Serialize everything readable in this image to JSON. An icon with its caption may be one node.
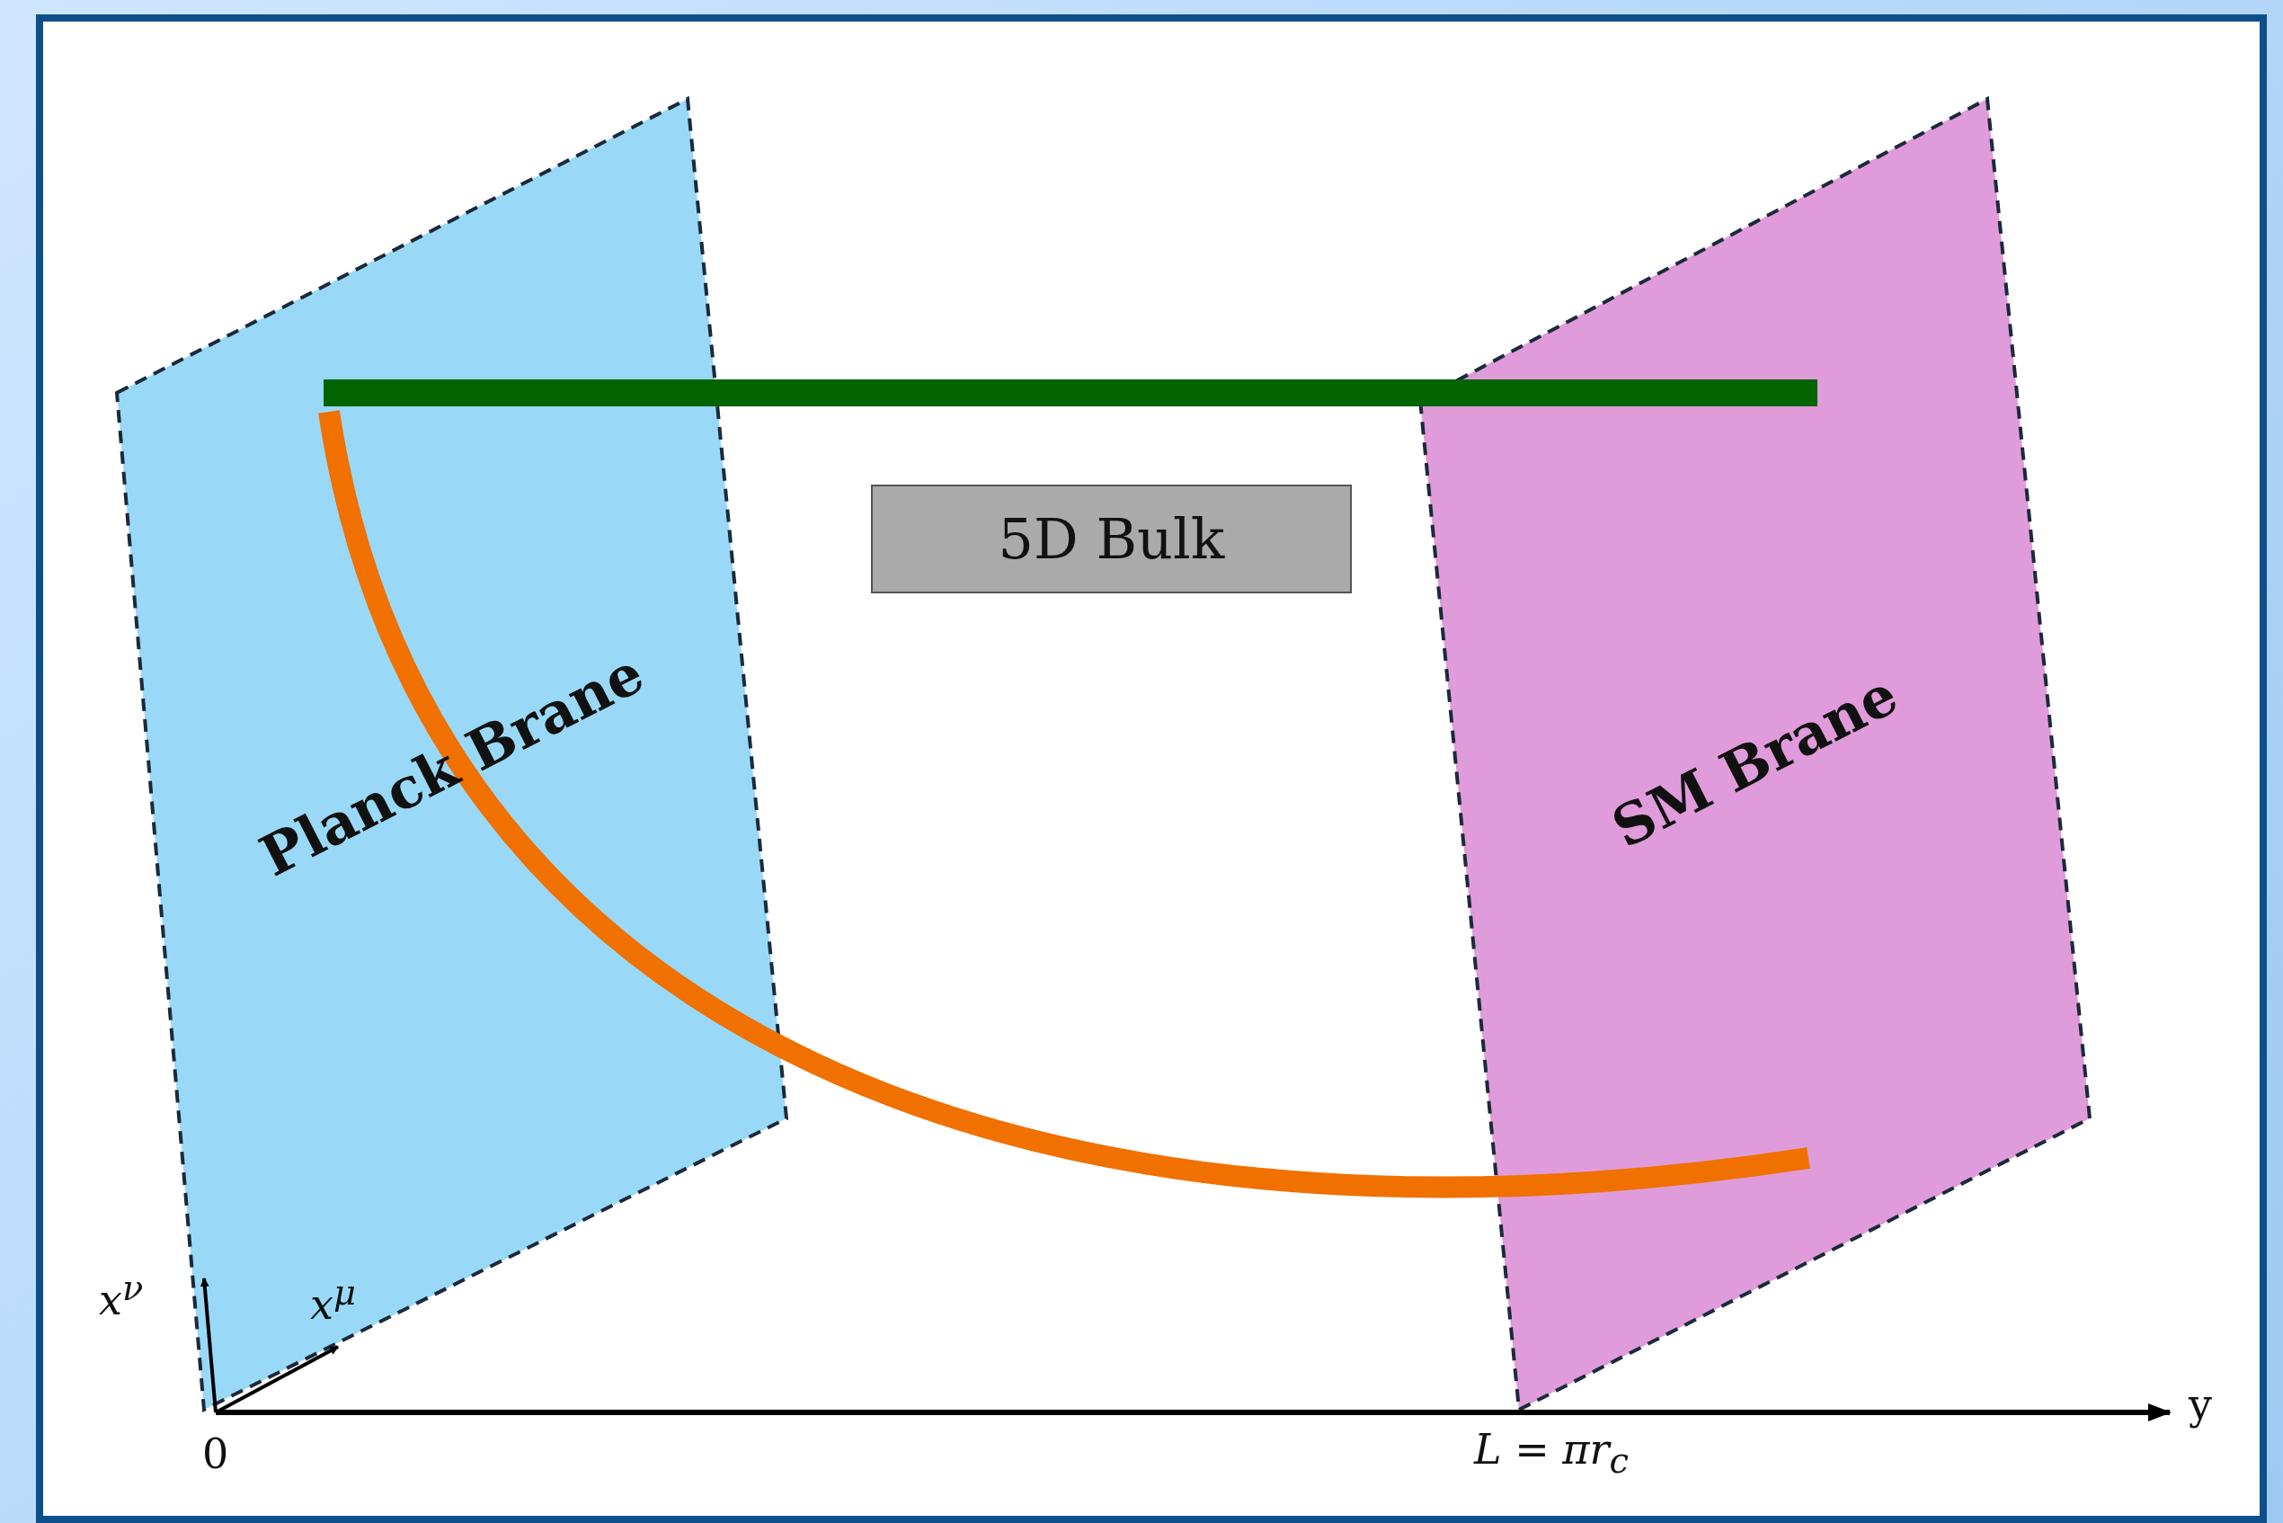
{
  "diagram": {
    "nodes": [
      {
        "text": [
          "Planck Brane"
        ],
        "beside": [
          "0"
        ]
      },
      {
        "text": [
          "SM Brane"
        ],
        "beside": [
          "L = πr$_{c}$"
        ]
      },
      {
        "text": [
          "5D Bulk"
        ]
      }
    ],
    "edges": [
      {
        "from": 0,
        "to": 1,
        "arrow": "none",
        "color": "#006400"
      },
      {
        "from": 0,
        "to": 1,
        "arrow": "none",
        "color": "#f07000"
      }
    ],
    "labels": [
      "x$^{ν}$",
      "x$^{μ}$",
      "y"
    ]
  }
}
